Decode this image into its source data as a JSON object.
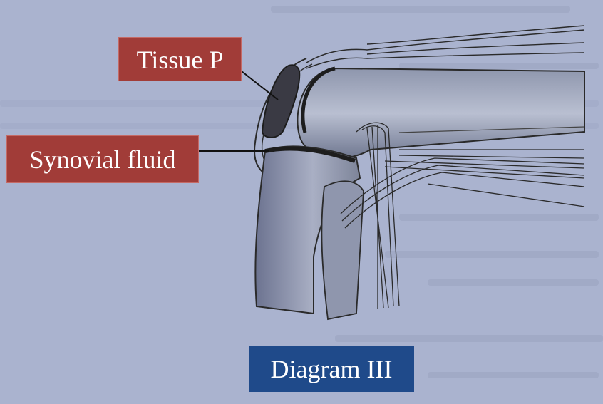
{
  "labels": {
    "tissue_p": "Tissue P",
    "synovial_fluid": "Synovial fluid"
  },
  "caption": "Diagram III",
  "colors": {
    "background": "#aab3cf",
    "label_red": "#a13c38",
    "caption_blue": "#1f4a8a",
    "ink": "#222222"
  }
}
